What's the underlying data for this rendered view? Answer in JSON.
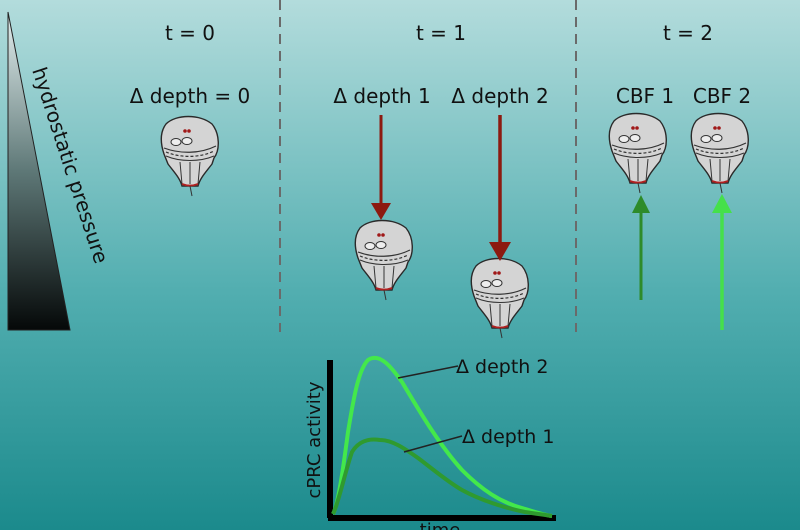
{
  "pressure": {
    "label": "hydrostatic pressure"
  },
  "columns": [
    {
      "time_label": "t = 0",
      "labels": [
        "Δ depth = 0"
      ]
    },
    {
      "time_label": "t = 1",
      "labels": [
        "Δ depth 1",
        "Δ depth 2"
      ]
    },
    {
      "time_label": "t = 2",
      "labels": [
        "CBF 1",
        "CBF 2"
      ]
    }
  ],
  "graph": {
    "ylabel": "cPRC activity",
    "xlabel": "time",
    "curves": [
      {
        "label": "Δ depth  2",
        "color": "#43e84b"
      },
      {
        "label": "Δ depth 1",
        "color": "#2f9a2f"
      }
    ]
  },
  "colors": {
    "water_top": "#b3dcdc",
    "water_bottom": "#1b8a8c",
    "down_arrow": "#8c1a10",
    "cbf1_arrow": "#2e8b2a",
    "cbf2_arrow": "#45e04a"
  }
}
